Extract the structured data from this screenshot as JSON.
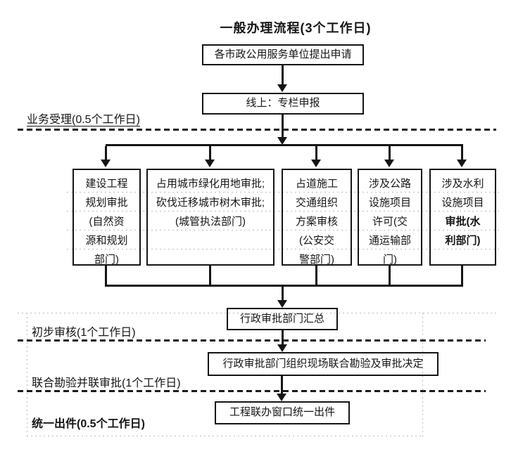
{
  "title": "一般办理流程(3个工作日)",
  "colors": {
    "line": "#151515",
    "faint_grid": "#bdbdbd",
    "background": "#ffffff"
  },
  "top_flow": {
    "apply_box": "各市政公用服务单位提出申请",
    "online_box": "线上：专栏申报"
  },
  "stage_labels": {
    "acceptance": "业务受理(0.5个工作日)",
    "preliminary": "初步审核(1个工作日)",
    "joint": "联合勘验并联审批(1个工作日)",
    "output": "统一出件(0.5个工作日)"
  },
  "parallel_boxes": [
    {
      "name": "planning-approval",
      "lines": [
        "建设工程",
        "规划审批",
        "(自然资",
        "源和规划",
        "部门)"
      ]
    },
    {
      "name": "greening-approval",
      "lines": [
        "占用城市绿化用地审批;",
        "砍伐迁移城市树木审批;",
        "(城管执法部门)"
      ]
    },
    {
      "name": "traffic-plan-review",
      "lines": [
        "占道施工",
        "交通组织",
        "方案审核",
        "(公安交",
        "警部门)"
      ]
    },
    {
      "name": "highway-permit",
      "lines": [
        "涉及公路",
        "设施项目",
        "许可(交",
        "通运输部",
        "门)"
      ]
    },
    {
      "name": "water-approval",
      "lines": [
        "涉及水利",
        "设施项目",
        "审批(水",
        "利部门)"
      ]
    }
  ],
  "bottom_flow": {
    "summary_box": "行政审批部门汇总",
    "inspection_box": "行政审批部门组织现场联合勘验及审批决定",
    "output_box": "工程联办窗口统一出件"
  }
}
